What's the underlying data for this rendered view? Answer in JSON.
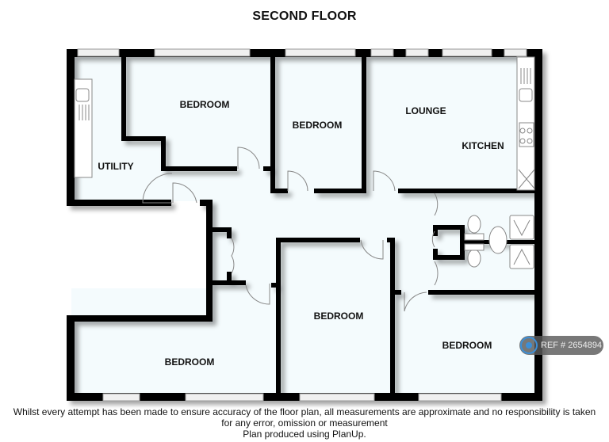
{
  "header": {
    "title": "SECOND FLOOR"
  },
  "rooms": [
    {
      "id": "utility",
      "label": "UTILITY"
    },
    {
      "id": "bedroom-1",
      "label": "BEDROOM"
    },
    {
      "id": "bedroom-2",
      "label": "BEDROOM"
    },
    {
      "id": "lounge",
      "label": "LOUNGE"
    },
    {
      "id": "kitchen",
      "label": "KITCHEN"
    },
    {
      "id": "bedroom-3",
      "label": "BEDROOM"
    },
    {
      "id": "bedroom-4",
      "label": "BEDROOM"
    },
    {
      "id": "bedroom-5",
      "label": "BEDROOM"
    }
  ],
  "colors": {
    "wall": "#000000",
    "floor": "#f4fbfd",
    "badge_icon": "#3c8fd8"
  },
  "badge": {
    "text": "REF # 2654894",
    "icon": "home-icon"
  },
  "footer": {
    "line1": "Whilst every attempt has been made to ensure accuracy of the floor plan, all measurements are approximate and no responsibility is taken",
    "line2": "for any error, omission or measurement",
    "line3": "Plan produced using PlanUp."
  }
}
